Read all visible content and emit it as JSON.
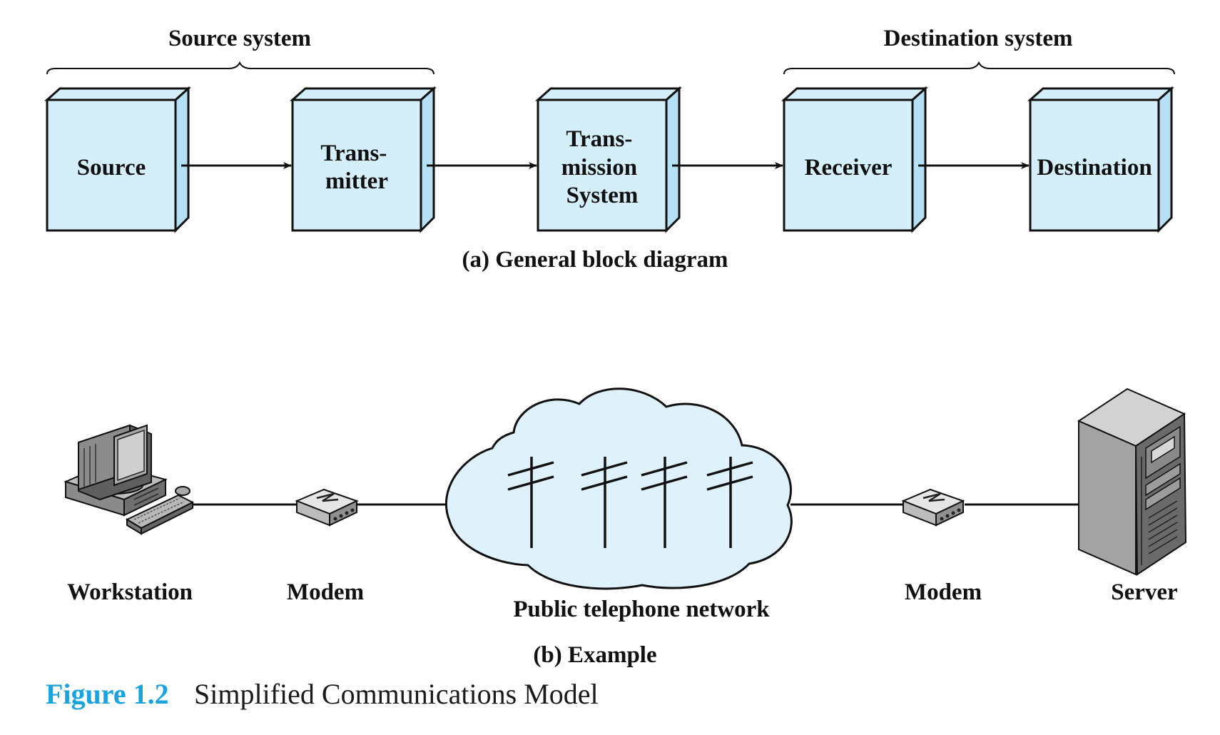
{
  "part_a": {
    "source_system_label": "Source system",
    "destination_system_label": "Destination system",
    "blocks": {
      "source": [
        "Source"
      ],
      "transmitter": [
        "Trans-",
        "mitter"
      ],
      "transmission_system": [
        "Trans-",
        "mission",
        "System"
      ],
      "receiver": [
        "Receiver"
      ],
      "destination": [
        "Destination"
      ]
    },
    "caption": "(a) General block diagram"
  },
  "part_b": {
    "workstation_label": "Workstation",
    "modem_left_label": "Modem",
    "network_label": "Public telephone network",
    "modem_right_label": "Modem",
    "server_label": "Server",
    "caption": "(b) Example"
  },
  "figure": {
    "number": "Figure 1.2",
    "title": "Simplified Communications Model"
  },
  "colors": {
    "block_fill": "#d4eefa",
    "block_side": "#b6e0f5",
    "block_stroke": "#111111",
    "cloud_fill": "#dff1fb",
    "figure_number": "#1aa3dc",
    "device_gray": "#9a9a9a"
  }
}
